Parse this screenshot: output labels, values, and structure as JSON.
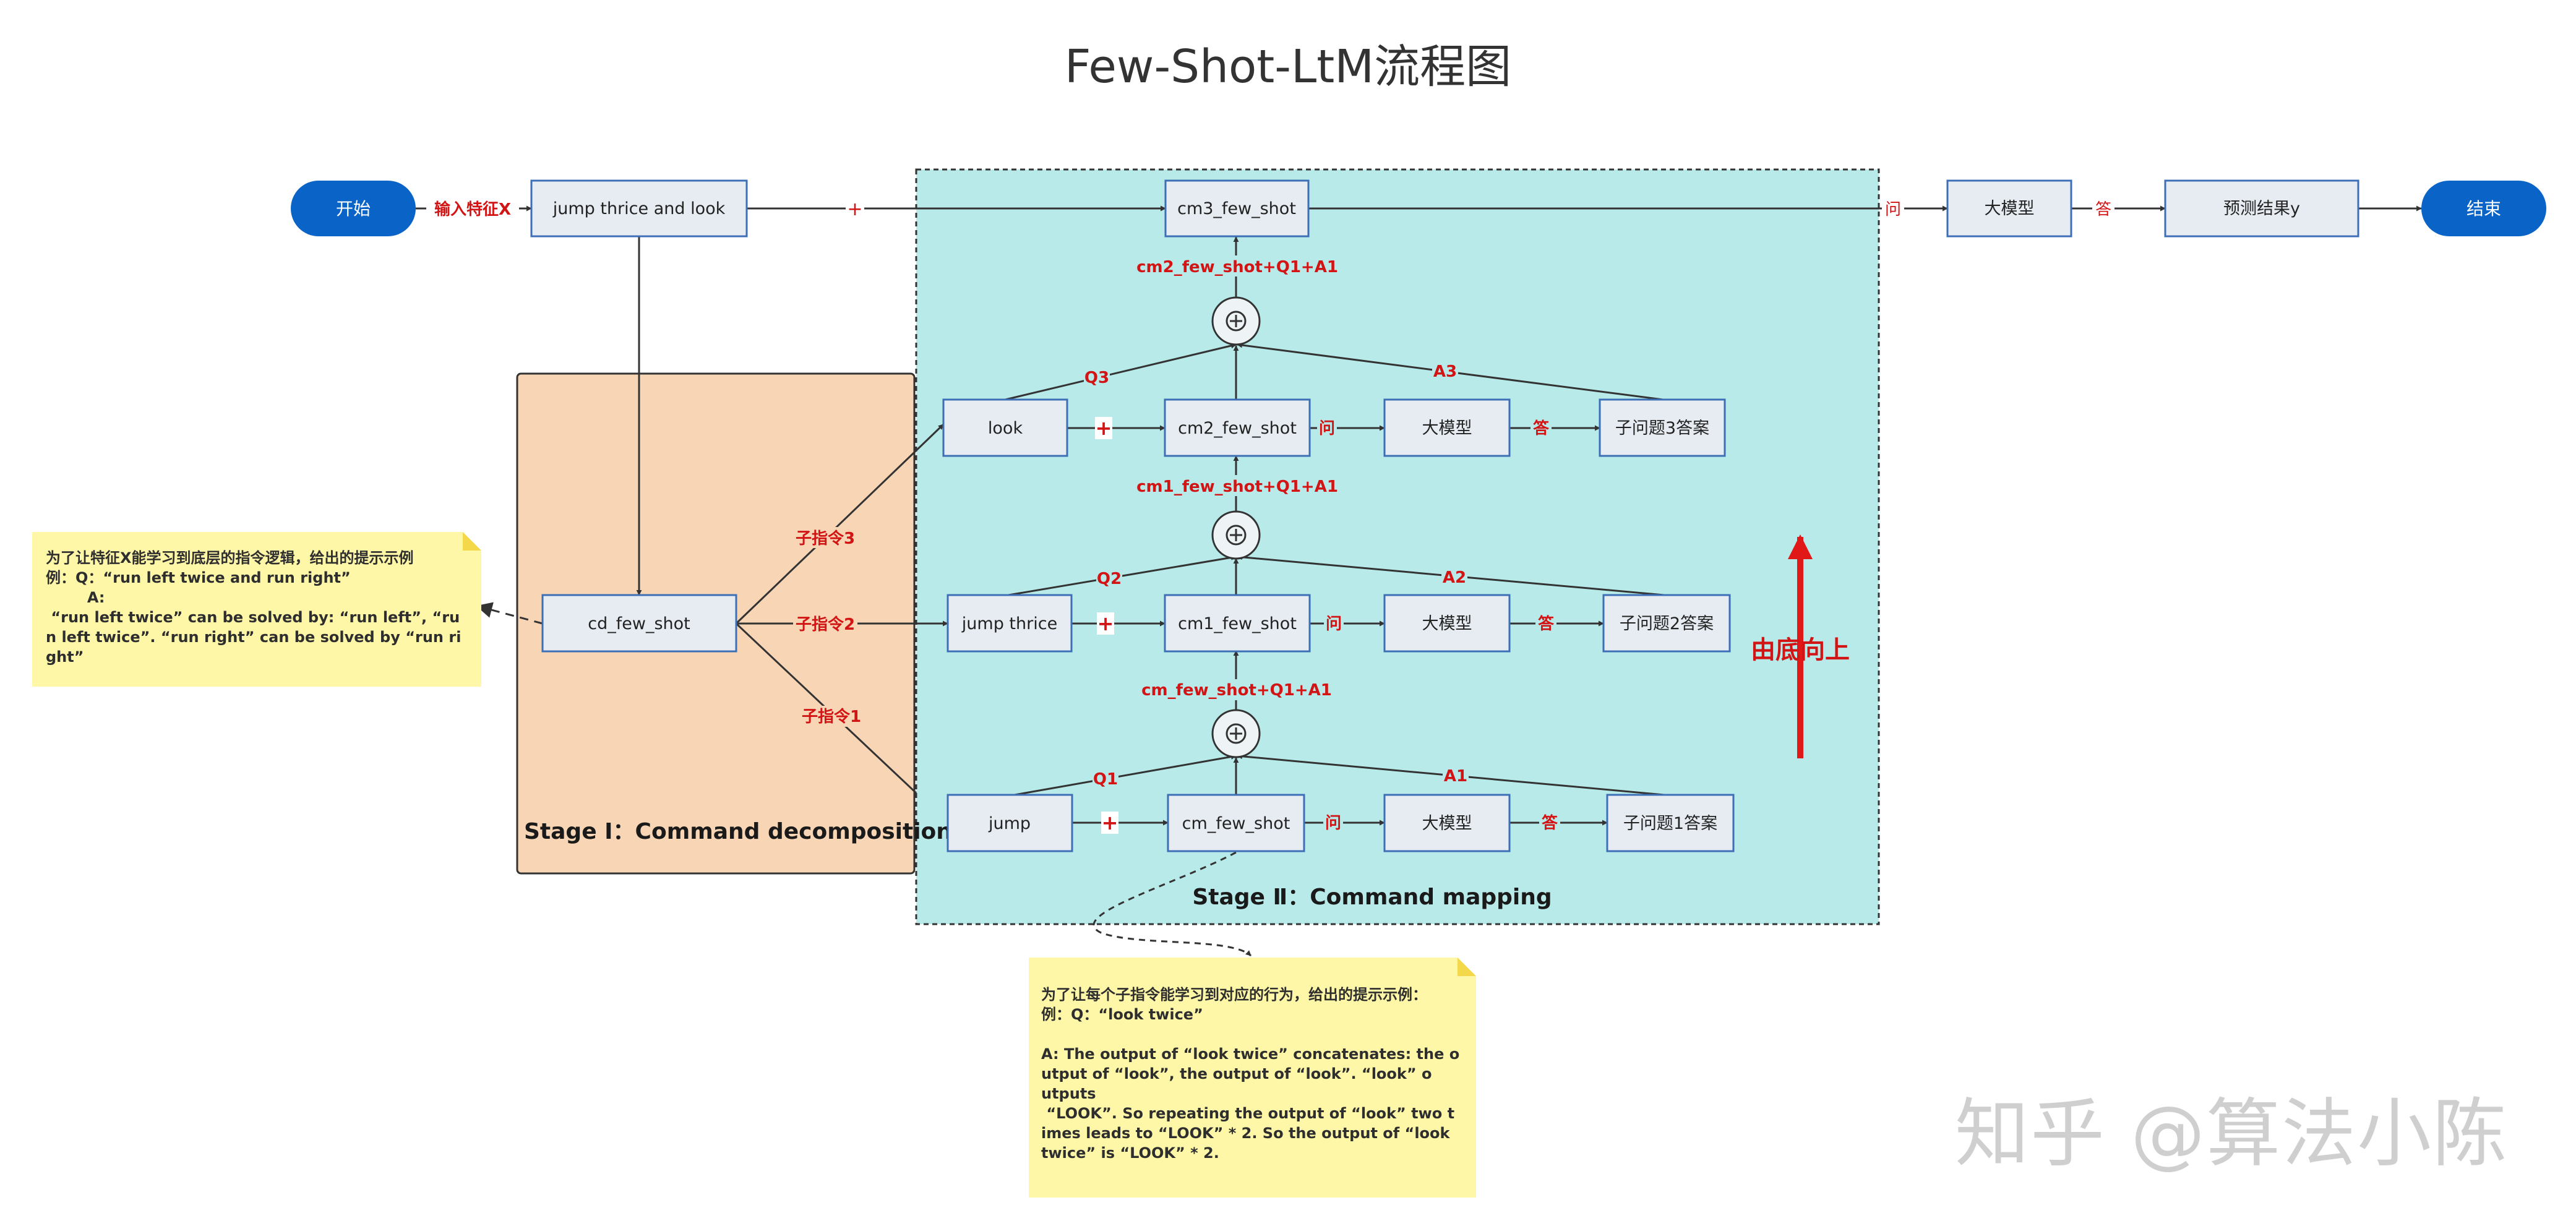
{
  "title": "Few-Shot-LtM流程图",
  "nodes": {
    "start": "开始",
    "input_cmd": "jump thrice and look",
    "cm3": "cm3_few_shot",
    "llm_final": "大模型",
    "prediction": "预测结果y",
    "end": "结束",
    "cd": "cd_few_shot",
    "look": "look",
    "cm2": "cm2_few_shot",
    "llm_q3": "大模型",
    "ans3": "子问题3答案",
    "jump_thrice": "jump thrice",
    "cm1": "cm1_few_shot",
    "llm_q2": "大模型",
    "ans2": "子问题2答案",
    "jump": "jump",
    "cm": "cm_few_shot",
    "llm_q1": "大模型",
    "ans1": "子问题1答案"
  },
  "edge_labels": {
    "input": "输入特征X",
    "plus": "+",
    "ask": "问",
    "answer": "答",
    "sub1": "子指令1",
    "sub2": "子指令2",
    "sub3": "子指令3",
    "q1": "Q1",
    "q2": "Q2",
    "q3": "Q3",
    "a1": "A1",
    "a2": "A2",
    "a3": "A3",
    "sum1": "cm_few_shot+Q1+A1",
    "sum2": "cm1_few_shot+Q1+A1",
    "sum3": "cm2_few_shot+Q1+A1"
  },
  "stages": {
    "decomposition": "Stage Ⅰ：Command decomposition",
    "mapping": "Stage Ⅱ：Command mapping"
  },
  "direction_label": "由底向上",
  "notes": {
    "left": [
      "为了让特征X能学习到底层的指令逻辑，给出的提示示例",
      "例：Q：“run left twice and run right”",
      "        A:",
      " “run left twice” can be solved by: “run left”, “ru",
      "n left twice”. “run right” can be solved by “run ri",
      "ght”"
    ],
    "bottom": [
      "为了让每个子指令能学习到对应的行为，给出的提示示例：",
      "例：Q：“look twice”",
      "",
      "A: The output of “look twice” concatenates: the o",
      "utput of “look”, the output of “look”. “look” o",
      "utputs",
      " “LOOK”. So repeating the output of “look” two t",
      "imes leads to “LOOK” * 2. So the output of “look",
      "twice” is “LOOK” * 2."
    ]
  },
  "watermark": "知乎 @算法小陈",
  "colors": {
    "pill": "#0a64c8",
    "node_fill": "#e6ecf2",
    "node_border": "#3d6fb6",
    "stage1_fill": "#f8d5b4",
    "stage2_fill": "#b8eaea",
    "label_red": "#d21414",
    "note_fill": "#fff7a8"
  }
}
